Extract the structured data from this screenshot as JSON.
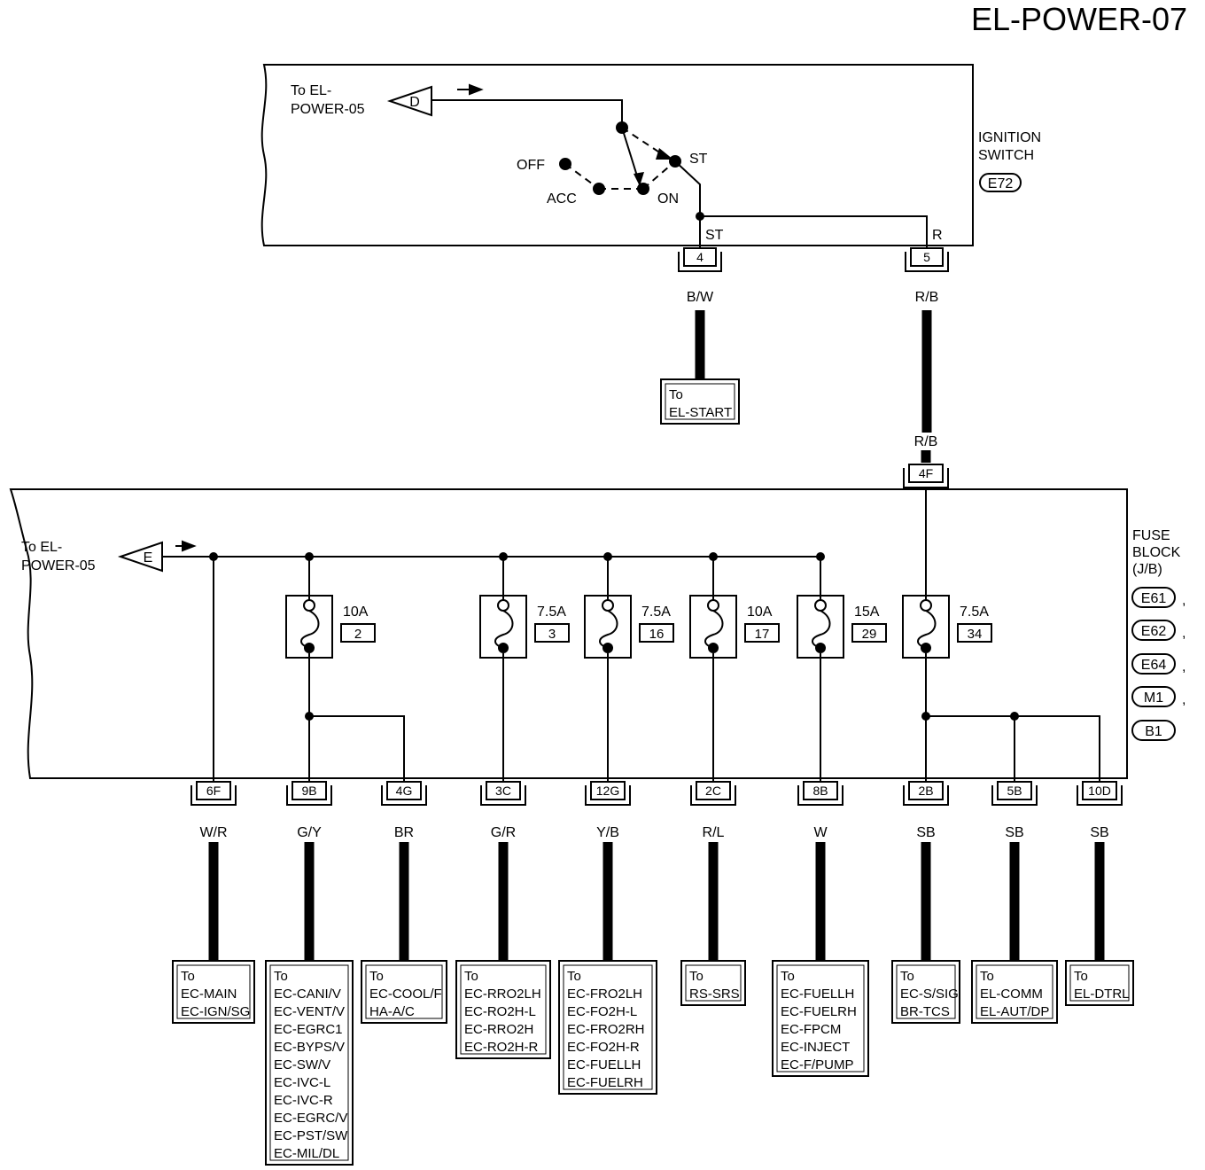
{
  "page_id": "EL-POWER-07",
  "ignition_switch": {
    "title_line1": "IGNITION",
    "title_line2": "SWITCH",
    "connector": "E72",
    "link": {
      "line1": "To EL-",
      "line2": "POWER-05",
      "marker": "D"
    },
    "positions": {
      "off": "OFF",
      "acc": "ACC",
      "on": "ON",
      "st": "ST"
    },
    "terminal_labels": {
      "st": "ST",
      "r": "R"
    },
    "terminals": [
      {
        "pin": "4",
        "wire": "B/W",
        "dest": [
          "To",
          "EL-START"
        ]
      },
      {
        "pin": "5",
        "wire": "R/B"
      }
    ]
  },
  "fuse_block": {
    "title_line1": "FUSE",
    "title_line2": "BLOCK",
    "title_line3": "(J/B)",
    "connectors": [
      "E61",
      "E62",
      "E64",
      "M1",
      "B1"
    ],
    "separator": ",",
    "input": {
      "wire": "R/B",
      "pin": "4F"
    },
    "link": {
      "line1": "To EL-",
      "line2": "POWER-05",
      "marker": "E"
    },
    "fuses": [
      {
        "amps": "10A",
        "num": "2"
      },
      {
        "amps": "7.5A",
        "num": "3"
      },
      {
        "amps": "7.5A",
        "num": "16"
      },
      {
        "amps": "10A",
        "num": "17"
      },
      {
        "amps": "15A",
        "num": "29"
      },
      {
        "amps": "7.5A",
        "num": "34"
      }
    ],
    "outputs": [
      {
        "pin": "6F",
        "wire": "W/R",
        "dest": [
          "To",
          "EC-MAIN",
          "EC-IGN/SG"
        ]
      },
      {
        "pin": "9B",
        "wire": "G/Y",
        "dest": [
          "To",
          "EC-CANI/V",
          "EC-VENT/V",
          "EC-EGRC1",
          "EC-BYPS/V",
          "EC-SW/V",
          "EC-IVC-L",
          "EC-IVC-R",
          "EC-EGRC/V",
          "EC-PST/SW",
          "EC-MIL/DL"
        ]
      },
      {
        "pin": "4G",
        "wire": "BR",
        "dest": [
          "To",
          "EC-COOL/F",
          "HA-A/C"
        ]
      },
      {
        "pin": "3C",
        "wire": "G/R",
        "dest": [
          "To",
          "EC-RRO2LH",
          "EC-RO2H-L",
          "EC-RRO2H",
          "EC-RO2H-R"
        ]
      },
      {
        "pin": "12G",
        "wire": "Y/B",
        "dest": [
          "To",
          "EC-FRO2LH",
          "EC-FO2H-L",
          "EC-FRO2RH",
          "EC-FO2H-R",
          "EC-FUELLH",
          "EC-FUELRH"
        ]
      },
      {
        "pin": "2C",
        "wire": "R/L",
        "dest": [
          "To",
          "RS-SRS"
        ]
      },
      {
        "pin": "8B",
        "wire": "W",
        "dest": [
          "To",
          "EC-FUELLH",
          "EC-FUELRH",
          "EC-FPCM",
          "EC-INJECT",
          "EC-F/PUMP"
        ]
      },
      {
        "pin": "2B",
        "wire": "SB",
        "dest": [
          "To",
          "EC-S/SIG",
          "BR-TCS"
        ]
      },
      {
        "pin": "5B",
        "wire": "SB",
        "dest": [
          "To",
          "EL-COMM",
          "EL-AUT/DP"
        ]
      },
      {
        "pin": "10D",
        "wire": "SB",
        "dest": [
          "To",
          "EL-DTRL"
        ]
      }
    ]
  }
}
